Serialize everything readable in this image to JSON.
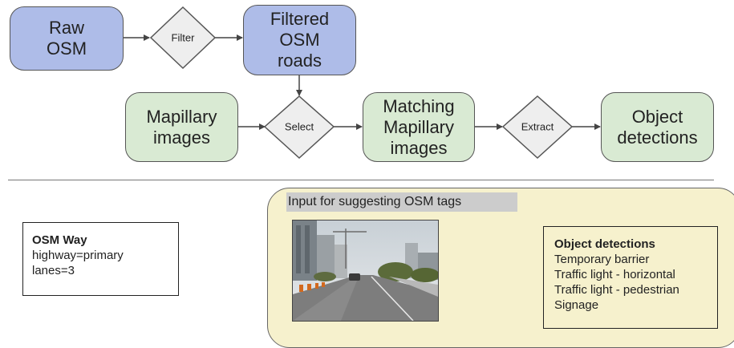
{
  "flow": {
    "nodes": {
      "raw_osm": "Raw\nOSM",
      "filtered_osm": "Filtered\nOSM\nroads",
      "mapillary": "Mapillary\nimages",
      "matching": "Matching\nMapillary\nimages",
      "detections": "Object\ndetections"
    },
    "decisions": {
      "filter": "Filter",
      "select": "Select",
      "extract": "Extract"
    },
    "colors": {
      "blue_fill": "#aebce8",
      "green_fill": "#d9ead3",
      "diamond_fill": "#eeeeee"
    }
  },
  "osm_way": {
    "title": "OSM Way",
    "lines": [
      "highway=primary",
      "lanes=3"
    ]
  },
  "input_panel": {
    "title": "Input for suggesting OSM tags",
    "background": "#f6f1cd",
    "detections": {
      "title": "Object detections",
      "items": [
        "Temporary barrier",
        "Traffic light - horizontal",
        "Traffic light - pedestrian",
        "Signage"
      ]
    }
  }
}
